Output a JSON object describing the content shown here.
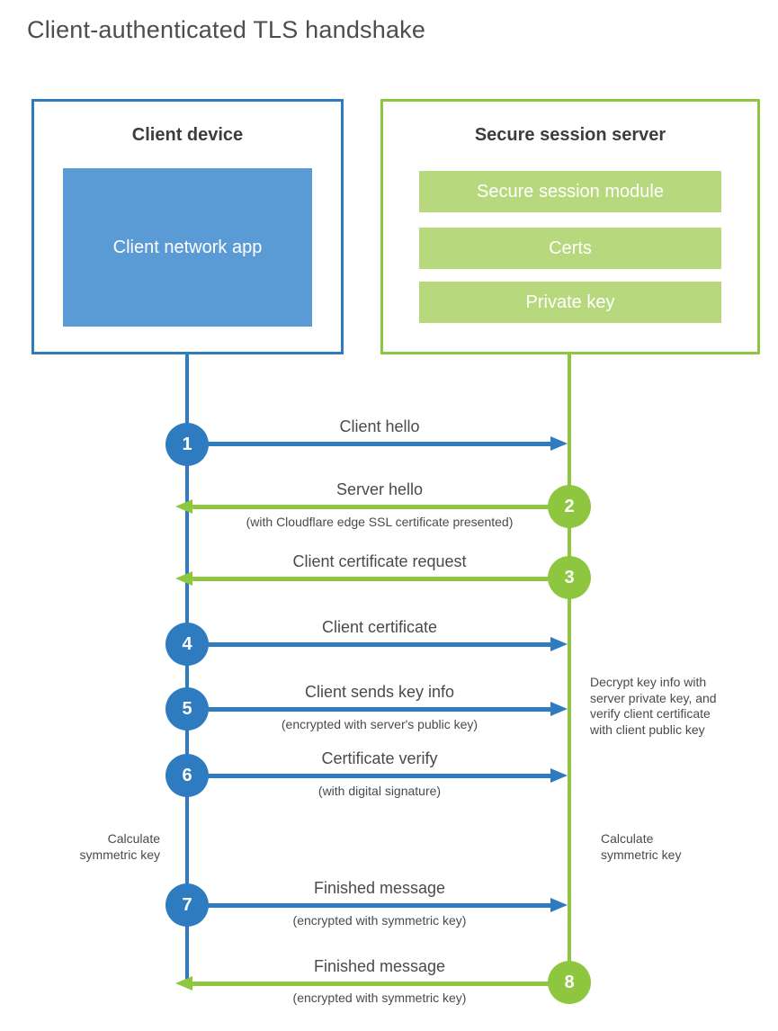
{
  "title": "Client-authenticated TLS handshake",
  "colors": {
    "blue": "#2e7bbf",
    "blue_light": "#5b9bd5",
    "green": "#8ec73f",
    "green_light": "#b7d87d"
  },
  "client": {
    "title": "Client device",
    "app_label": "Client network app"
  },
  "server": {
    "title": "Secure session server",
    "modules": [
      "Secure session module",
      "Certs",
      "Private key"
    ]
  },
  "steps": [
    {
      "number": "1",
      "label": "Client hello",
      "subtitle": "",
      "direction": "right",
      "actor": "client"
    },
    {
      "number": "2",
      "label": "Server hello",
      "subtitle": "(with Cloudflare edge SSL certificate presented)",
      "direction": "left",
      "actor": "server"
    },
    {
      "number": "3",
      "label": "Client certificate request",
      "subtitle": "",
      "direction": "left",
      "actor": "server"
    },
    {
      "number": "4",
      "label": "Client certificate",
      "subtitle": "",
      "direction": "right",
      "actor": "client"
    },
    {
      "number": "5",
      "label": "Client sends key info",
      "subtitle": "(encrypted with server's public key)",
      "direction": "right",
      "actor": "client"
    },
    {
      "number": "6",
      "label": "Certificate verify",
      "subtitle": "(with digital signature)",
      "direction": "right",
      "actor": "client"
    },
    {
      "number": "7",
      "label": "Finished message",
      "subtitle": "(encrypted with symmetric key)",
      "direction": "right",
      "actor": "client"
    },
    {
      "number": "8",
      "label": "Finished message",
      "subtitle": "(encrypted with symmetric key)",
      "direction": "left",
      "actor": "server"
    }
  ],
  "annotations": {
    "calculate_left": "Calculate\nsymmetric key",
    "calculate_right": "Calculate\nsymmetric key",
    "decrypt_note": "Decrypt key info with\nserver private key, and\nverify client certificate\nwith client public key"
  }
}
